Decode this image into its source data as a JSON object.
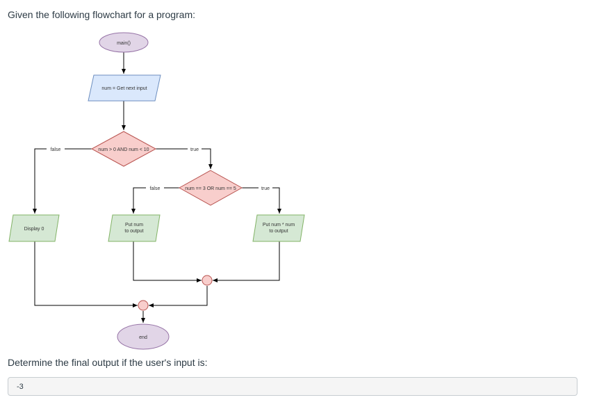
{
  "question": "Given the following flowchart for a program:",
  "prompt": "Determine the final output if the user's input is:",
  "answer_value": "-3",
  "flowchart": {
    "start": "main()",
    "input": "num = Get next input",
    "decision1": "num > 0 AND num < 10",
    "decision1_false": "false",
    "decision1_true": "true",
    "decision2": "num == 3 OR num == 5",
    "decision2_false": "false",
    "decision2_true": "true",
    "display0": "Display 0",
    "put_num_line1": "Put num",
    "put_num_line2": "to output",
    "put_sq_line1": "Put num * num",
    "put_sq_line2": "to output",
    "end": "end"
  },
  "colors": {
    "start_fill": "#e1d5e7",
    "start_stroke": "#9673a6",
    "input_fill": "#dae8fc",
    "input_stroke": "#6c8ebf",
    "decision_fill": "#f8cecc",
    "decision_stroke": "#b85450",
    "output_fill": "#d5e8d4",
    "output_stroke": "#82b366",
    "line": "#000000"
  }
}
